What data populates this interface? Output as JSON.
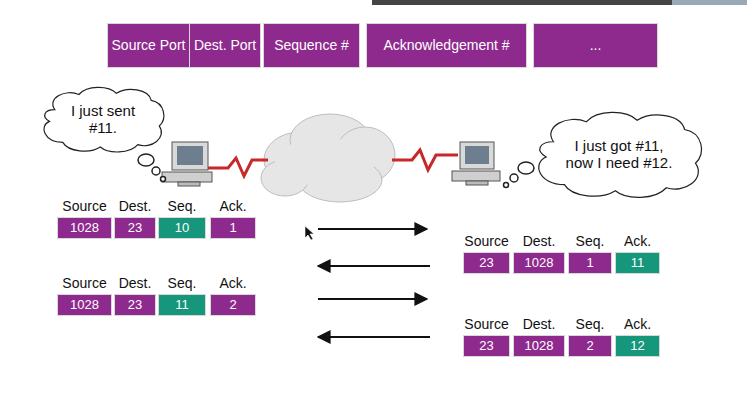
{
  "diagram": {
    "nodes": [
      {
        "text": [
          "Source Port"
        ]
      },
      {
        "text": [
          "Dest. Port"
        ]
      },
      {
        "text": [
          "Sequence #"
        ]
      },
      {
        "text": [
          "Acknowledgement #"
        ]
      },
      {
        "text": [
          "..."
        ]
      },
      {
        "text": [
          "I just sent #11."
        ]
      },
      {
        "text": [
          "I just got #11, now I need #12."
        ]
      },
      {
        "text": [
          "1028"
        ]
      },
      {
        "text": [
          "23"
        ]
      },
      {
        "text": [
          "10"
        ]
      },
      {
        "text": [
          "1"
        ]
      },
      {
        "text": [
          "23"
        ]
      },
      {
        "text": [
          "1028"
        ]
      },
      {
        "text": [
          "1"
        ]
      },
      {
        "text": [
          "11"
        ]
      },
      {
        "text": [
          "1028"
        ]
      },
      {
        "text": [
          "23"
        ]
      },
      {
        "text": [
          "11"
        ]
      },
      {
        "text": [
          "2"
        ]
      },
      {
        "text": [
          "23"
        ]
      },
      {
        "text": [
          "1028"
        ]
      },
      {
        "text": [
          "2"
        ]
      },
      {
        "text": [
          "12"
        ]
      }
    ],
    "labels": [
      "Source",
      "Dest.",
      "Seq.",
      "Ack.",
      "Source",
      "Dest.",
      "Seq.",
      "Ack.",
      "Source",
      "Dest.",
      "Seq.",
      "Ack.",
      "Source",
      "Dest.",
      "Seq.",
      "Ack."
    ]
  }
}
